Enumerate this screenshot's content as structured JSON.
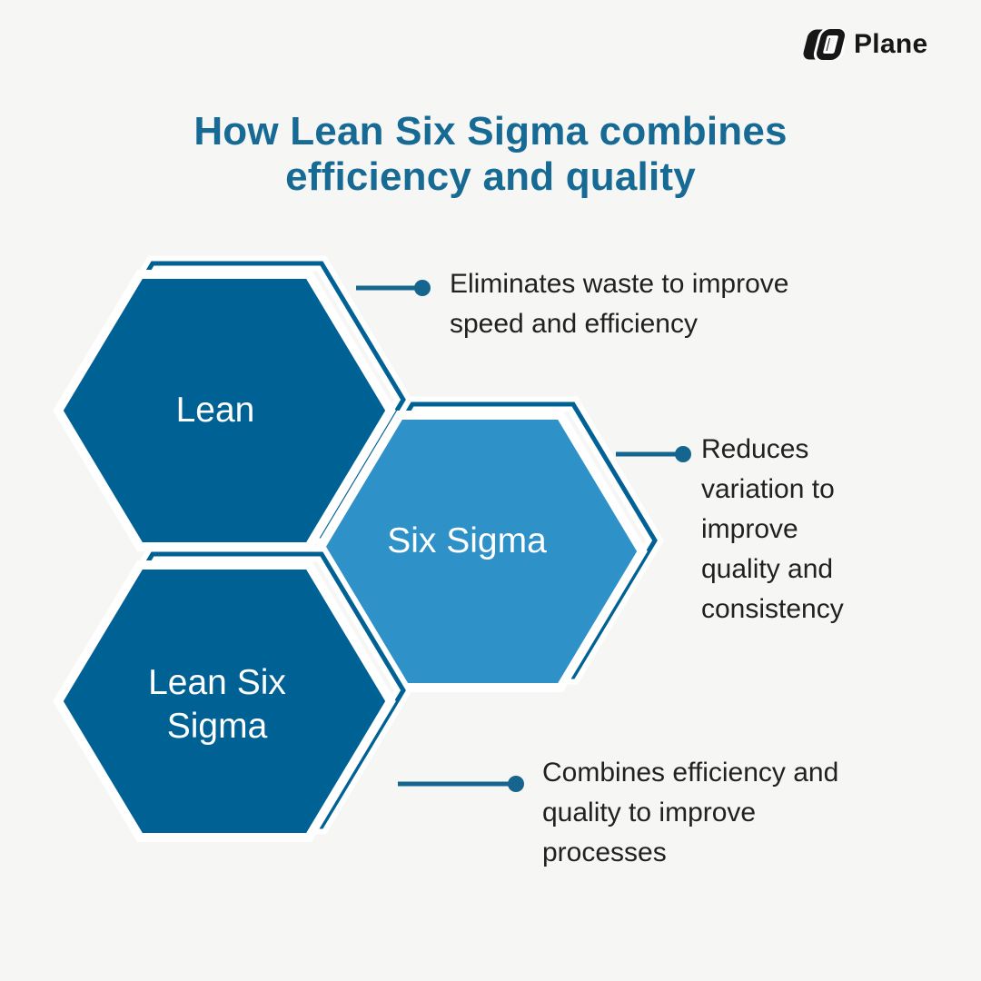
{
  "brand": {
    "name": "Plane"
  },
  "title": "How Lean Six Sigma combines efficiency and quality",
  "diagram": {
    "type": "hexagon-infographic",
    "hexagons": [
      {
        "id": "lean",
        "label": "Lean",
        "fill": "#006195",
        "description": "Eliminates waste to improve speed and efficiency"
      },
      {
        "id": "six-sigma",
        "label": "Six Sigma",
        "fill": "#2e91c8",
        "description": "Reduces variation to improve quality and consistency"
      },
      {
        "id": "lean-six-sigma",
        "label": "Lean Six Sigma",
        "fill": "#006195",
        "description": "Combines efficiency and quality to improve processes"
      }
    ]
  },
  "colors": {
    "background": "#f6f6f4",
    "hexagon_dark": "#006195",
    "hexagon_light": "#2e91c8",
    "hexagon_outline": "#006195",
    "hexagon_label_text": "#ffffff",
    "title_text": "#176a94",
    "annotation_text": "#212121",
    "connector": "#15658f",
    "logo": "#171717",
    "halo": "#ffffff"
  }
}
